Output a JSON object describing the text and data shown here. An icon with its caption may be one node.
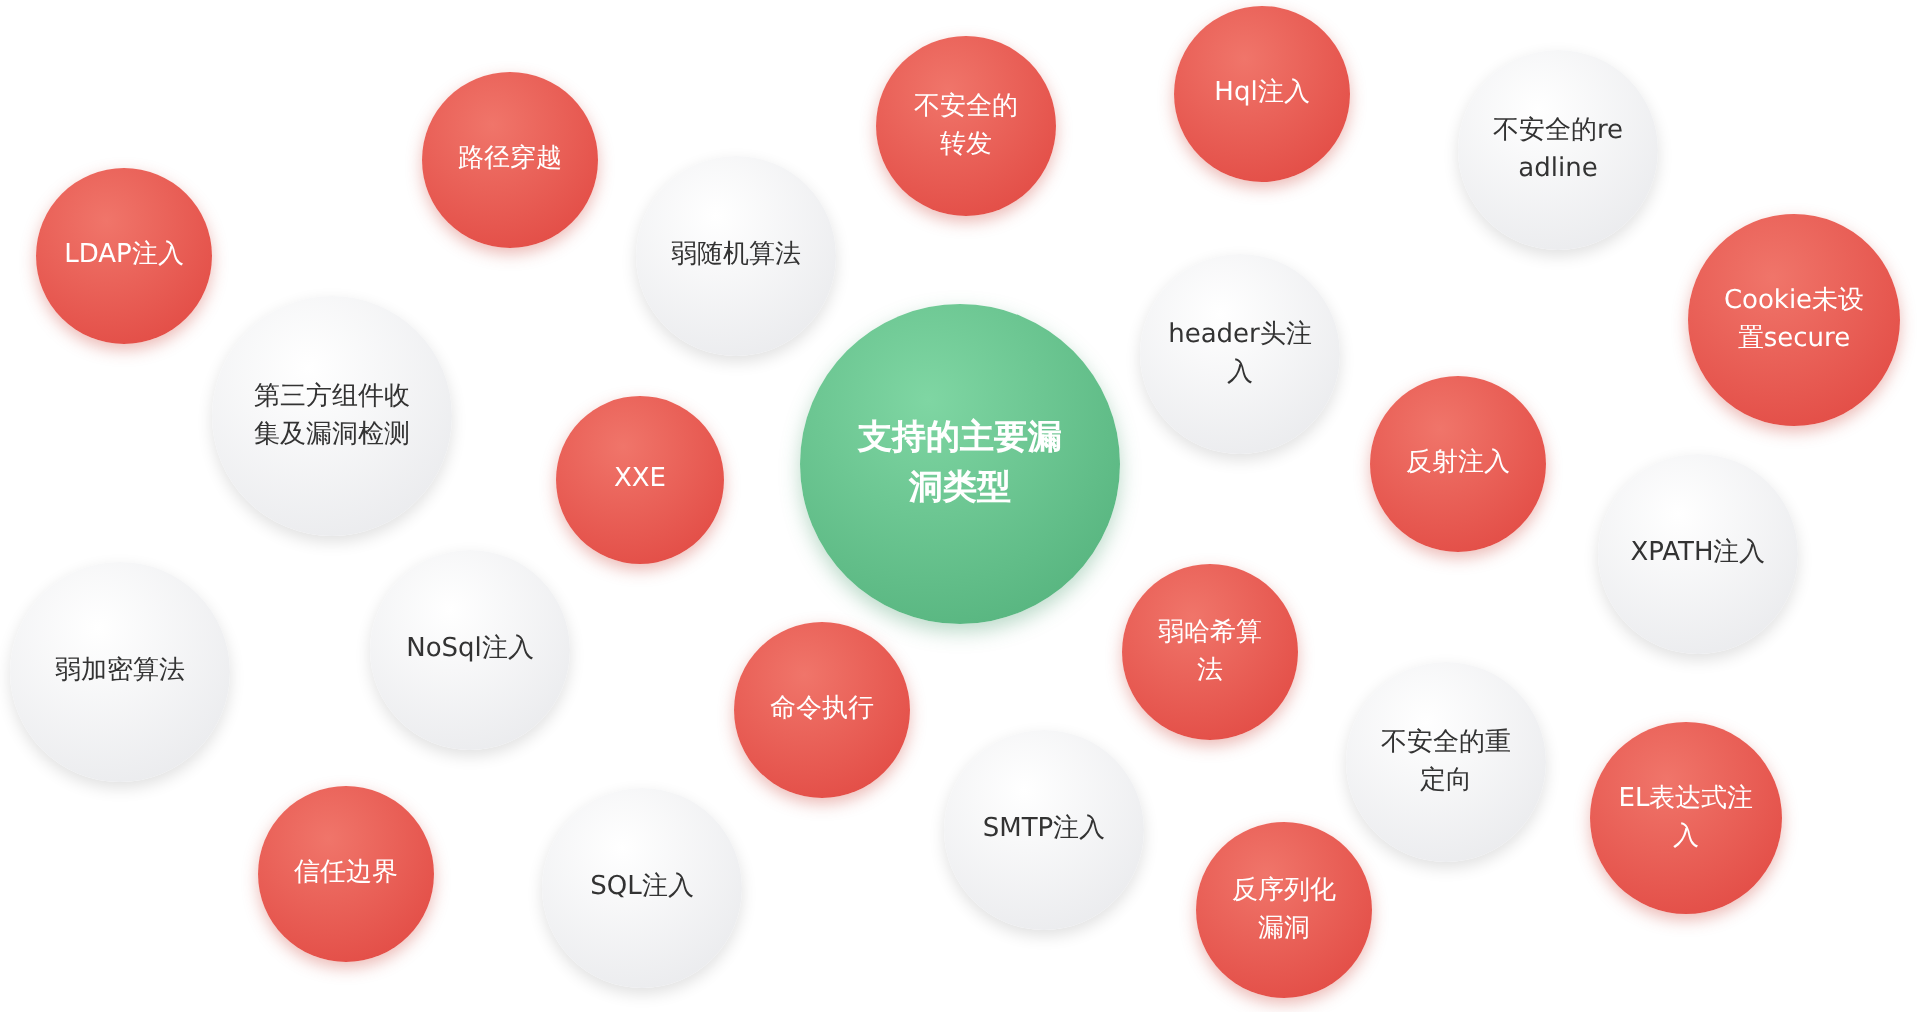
{
  "diagram": {
    "nodes": [
      {
        "text": [
          "Hql注入"
        ]
      },
      {
        "text": [
          "不安全的转发"
        ]
      },
      {
        "text": [
          "不安全的readline"
        ]
      },
      {
        "text": [
          "路径穿越"
        ]
      },
      {
        "text": [
          "LDAP注入"
        ]
      },
      {
        "text": [
          "弱随机算法"
        ]
      },
      {
        "text": [
          "Cookie未设置secure"
        ]
      },
      {
        "text": [
          "header头注入"
        ]
      },
      {
        "text": [
          "第三方组件收集及漏洞检测"
        ]
      },
      {
        "text": [
          "支持的主要漏洞类型"
        ]
      },
      {
        "text": [
          "XXE"
        ]
      },
      {
        "text": [
          "反射注入"
        ]
      },
      {
        "text": [
          "XPATH注入"
        ]
      },
      {
        "text": [
          "弱加密算法"
        ]
      },
      {
        "text": [
          "NoSql注入"
        ]
      },
      {
        "text": [
          "弱哈希算法"
        ]
      },
      {
        "text": [
          "命令执行"
        ]
      },
      {
        "text": [
          "不安全的重定向"
        ]
      },
      {
        "text": [
          "EL表达式注入"
        ]
      },
      {
        "text": [
          "SMTP注入"
        ]
      },
      {
        "text": [
          "信任边界"
        ]
      },
      {
        "text": [
          "SQL注入"
        ]
      },
      {
        "text": [
          "反序列化漏洞"
        ]
      }
    ]
  }
}
